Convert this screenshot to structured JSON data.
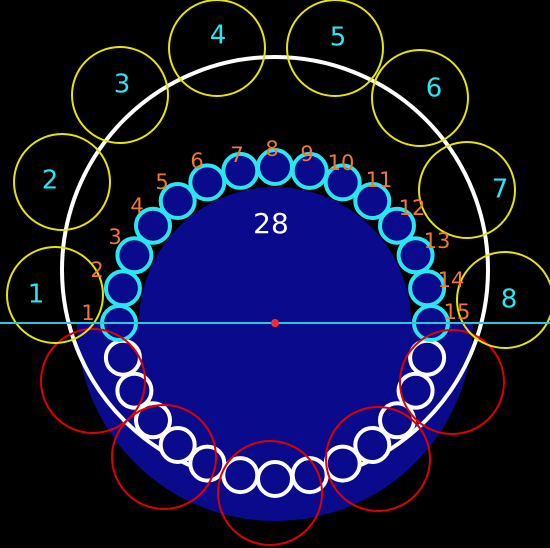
{
  "colors": {
    "background": "#000000",
    "outer_ring": "#ffffff",
    "crescent_fill": "#0a0a8c",
    "inner_disc": "#0a0a8c",
    "yellow_circles": "#e6e600",
    "red_circles": "#dd0000",
    "cyan_small_circles": "#29e6f0",
    "white_small_circles": "#ffffff",
    "small_circle_fill": "#0a0a8c",
    "horizontal_line": "#29c9dd",
    "center_dot": "#ff2a2a",
    "yellow_label": "#29e6f0",
    "orange_label": "#f07830",
    "center_label": "#ffffff"
  },
  "center_label": "28",
  "yellow_labels": [
    "1",
    "2",
    "3",
    "4",
    "5",
    "6",
    "7",
    "8"
  ],
  "orange_labels": [
    "1",
    "2",
    "3",
    "4",
    "5",
    "6",
    "7",
    "8",
    "9",
    "10",
    "11",
    "12",
    "13",
    "14",
    "15"
  ],
  "counts": {
    "yellow_circles": 8,
    "red_circles": 5,
    "cyan_small_circles": 15,
    "white_small_circles": 13
  }
}
